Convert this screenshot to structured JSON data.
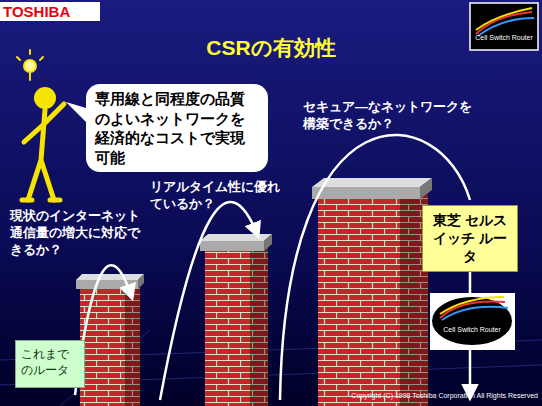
{
  "diagram": {
    "title": "CSRの有効性",
    "nodes": [
      {
        "text": [
          "専用線と同程度の品質のよいネットワークを経済的なコストで実現可能"
        ]
      },
      {
        "text": [
          "これまでのルータ"
        ]
      },
      {
        "text": [
          "東芝 セルスイッチ ルータ"
        ]
      }
    ],
    "labels": [
      "TOSHIBA",
      "Cell Switch Router",
      "現状のインターネット通信量の増大に対応できるか？",
      "リアルタイム性に優れているか？",
      "セキュア―なネットワークを構築できるか？",
      "Cell Switch Router",
      "Copyright (C) 1998 Toshiba Corporation All Rights Reserved"
    ]
  }
}
